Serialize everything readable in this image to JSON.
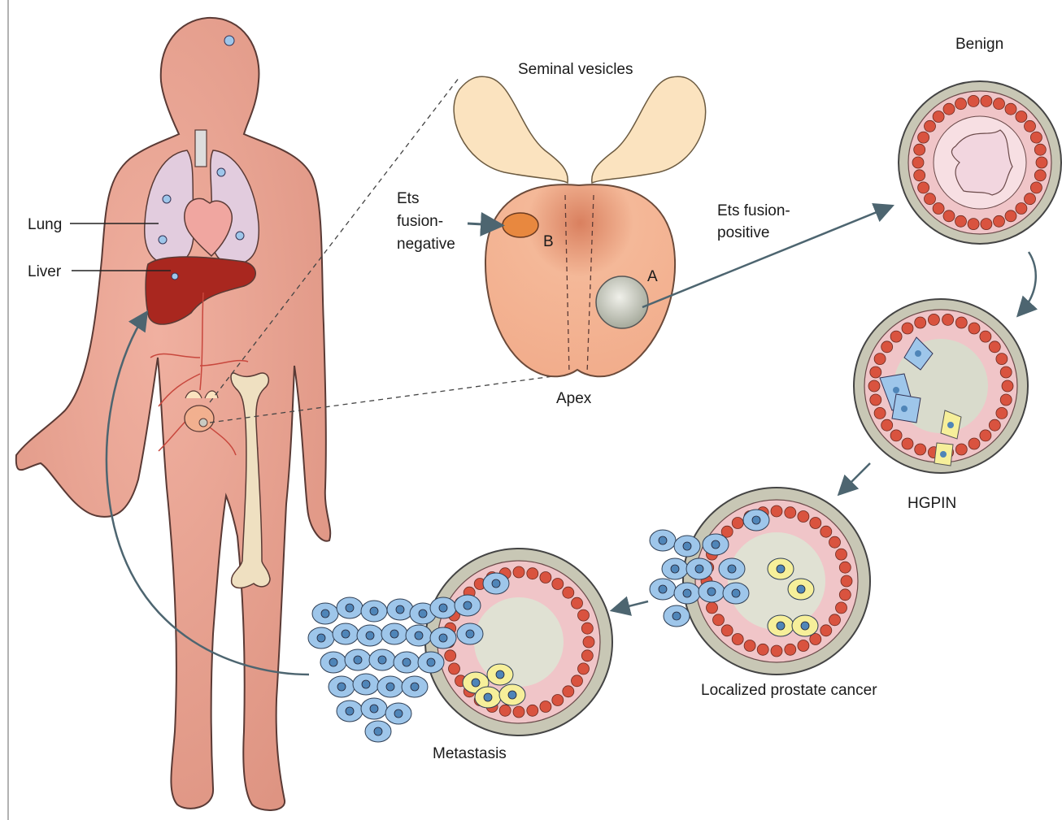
{
  "labels": {
    "seminal_vesicles": "Seminal vesicles",
    "apex": "Apex",
    "lung": "Lung",
    "liver": "Liver",
    "ets_negative": [
      "Ets",
      "fusion-",
      "negative"
    ],
    "ets_positive": [
      "Ets fusion-",
      "positive"
    ],
    "focus_a": "A",
    "focus_b": "B",
    "benign": "Benign",
    "hgpin": "HGPIN",
    "localized": "Localized prostate cancer",
    "metastasis": "Metastasis"
  },
  "colors": {
    "skin": "#e9a393",
    "skin_outline": "#5a3a35",
    "prostate": "#f2b08f",
    "seminal": "#fbe3bf",
    "tumor": "#c9cbc2",
    "lumen_wall": "#c8c7b5",
    "epithelial": "#f0c5c8",
    "nucleus_red": "#d9533f",
    "blue_cell": "#9ec6ea",
    "yellow_cell": "#f6ef9a",
    "liver": "#a9271f",
    "lung": "#e2ccde",
    "bone": "#efe0c1",
    "arrow": "#4d6570"
  },
  "icons": [
    "human-body",
    "lungs",
    "heart",
    "liver",
    "bone",
    "prostate",
    "seminal-vesicles",
    "gland-cross-section",
    "tumor-cell-cluster"
  ]
}
